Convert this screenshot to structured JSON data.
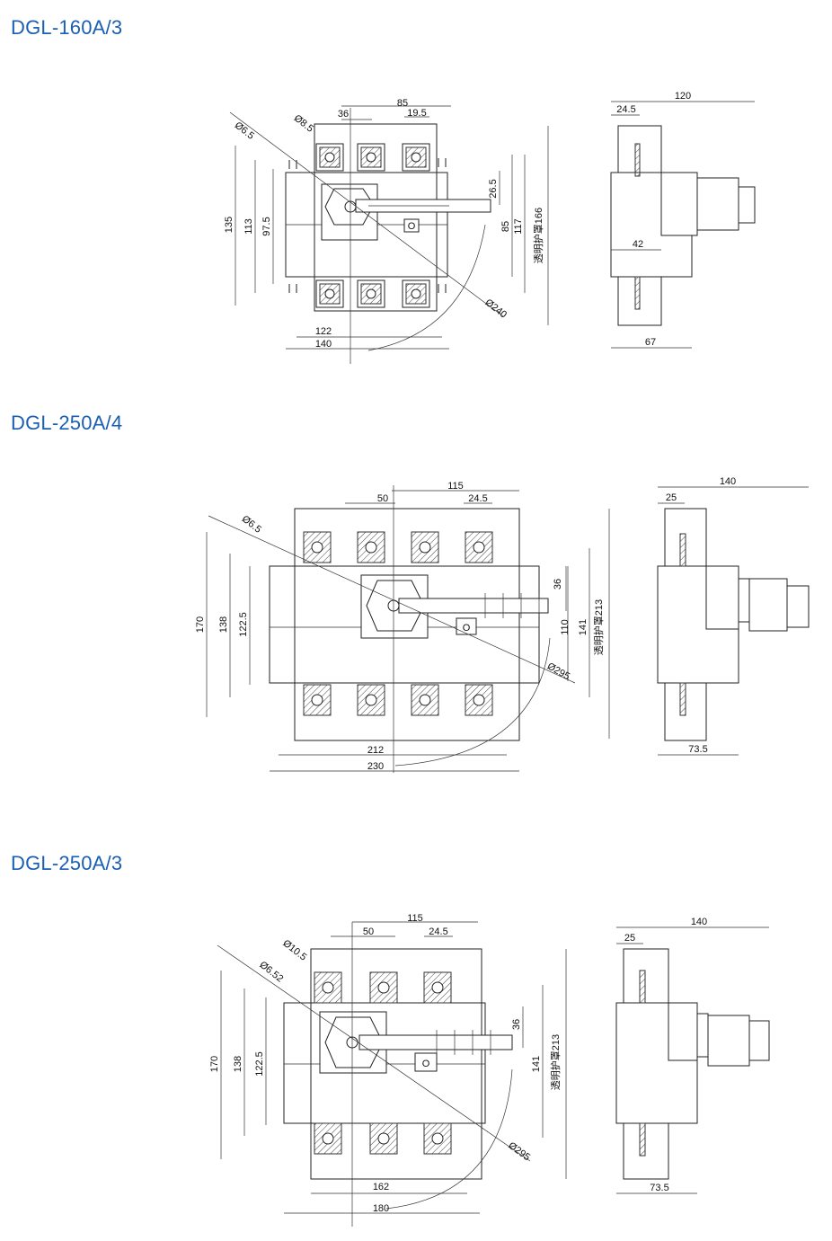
{
  "sections": [
    {
      "title": "DGL-160A/3",
      "front": {
        "dims_top": [
          "85",
          "36",
          "19.5"
        ],
        "dims_bottom": [
          "122",
          "140"
        ],
        "dims_left": [
          "135",
          "113",
          "97.5"
        ],
        "dims_right": [
          "26.5",
          "85",
          "117",
          "透明护罩166"
        ],
        "hole_labels": [
          "Ø6.5",
          "Ø8.5"
        ],
        "sweep_label": "Ø240",
        "handle_label": "O"
      },
      "side": {
        "dims": [
          "120",
          "24.5",
          "42",
          "67"
        ]
      }
    },
    {
      "title": "DGL-250A/4",
      "front": {
        "dims_top": [
          "115",
          "50",
          "24.5"
        ],
        "dims_bottom": [
          "212",
          "230"
        ],
        "dims_left": [
          "170",
          "138",
          "122.5"
        ],
        "dims_right": [
          "36",
          "110",
          "141",
          "透明护罩213"
        ],
        "hole_labels": [
          "Ø6.5"
        ],
        "sweep_label": "Ø295",
        "handle_label": "O"
      },
      "side": {
        "dims": [
          "140",
          "25",
          "73.5"
        ]
      }
    },
    {
      "title": "DGL-250A/3",
      "front": {
        "dims_top": [
          "115",
          "50",
          "24.5"
        ],
        "dims_bottom": [
          "162",
          "180"
        ],
        "dims_left": [
          "170",
          "138",
          "122.5"
        ],
        "dims_right": [
          "36",
          "141",
          "透明护罩213"
        ],
        "hole_labels": [
          "Ø10.5",
          "Ø6.52"
        ],
        "sweep_label": "Ø295",
        "handle_label": "O"
      },
      "side": {
        "dims": [
          "140",
          "25",
          "73.5"
        ]
      }
    }
  ]
}
